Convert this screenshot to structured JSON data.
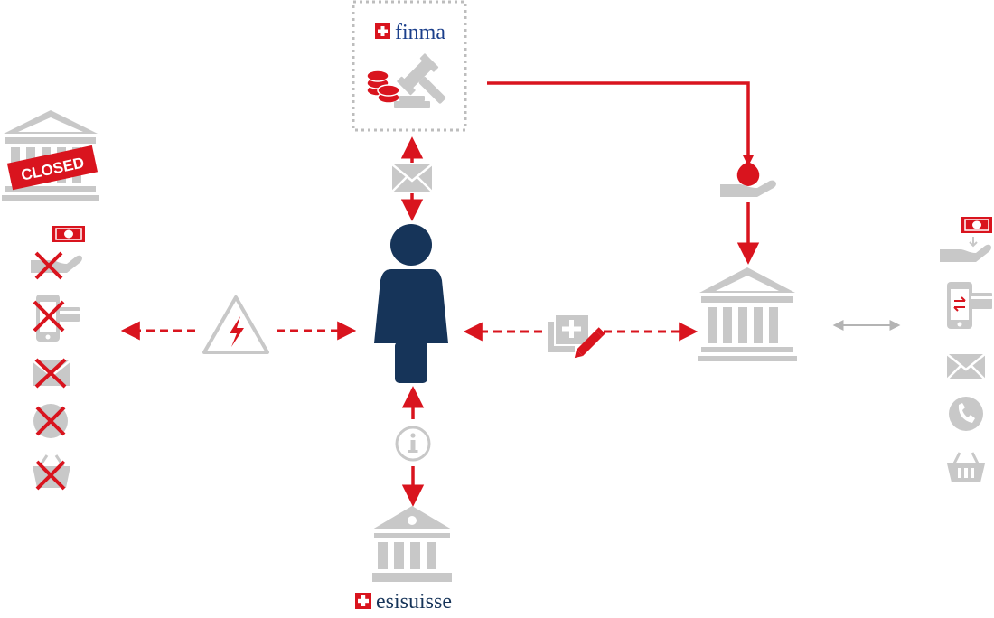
{
  "colors": {
    "red": "#D9141E",
    "grey": "#C8C8C8",
    "grey_dark": "#B4B4B4",
    "navy": "#163459",
    "finma_blue": "#1B3F8B",
    "white": "#FFFFFF"
  },
  "finma": {
    "brand": "finma",
    "icons": [
      "swiss-cross-icon",
      "coins-icon",
      "gavel-icon"
    ]
  },
  "closed_bank": {
    "stamp": "CLOSED",
    "icons": [
      "bank-icon",
      "closed-stamp"
    ]
  },
  "unavailable_services": {
    "icons": [
      "cash-payout-icon",
      "mobile-payment-icon",
      "mail-icon",
      "phone-icon",
      "shopping-basket-icon"
    ]
  },
  "available_services": {
    "icons": [
      "cash-payout-icon",
      "mobile-payment-icon",
      "mail-icon",
      "phone-icon",
      "shopping-basket-icon"
    ]
  },
  "esisuisse": {
    "brand": "esisuisse",
    "icons": [
      "swiss-cross-icon",
      "bank-icon"
    ]
  },
  "flow_icons": [
    "warning-icon",
    "mail-icon",
    "info-icon",
    "add-document-icon",
    "money-bag-hand-icon",
    "depositor-icon"
  ]
}
